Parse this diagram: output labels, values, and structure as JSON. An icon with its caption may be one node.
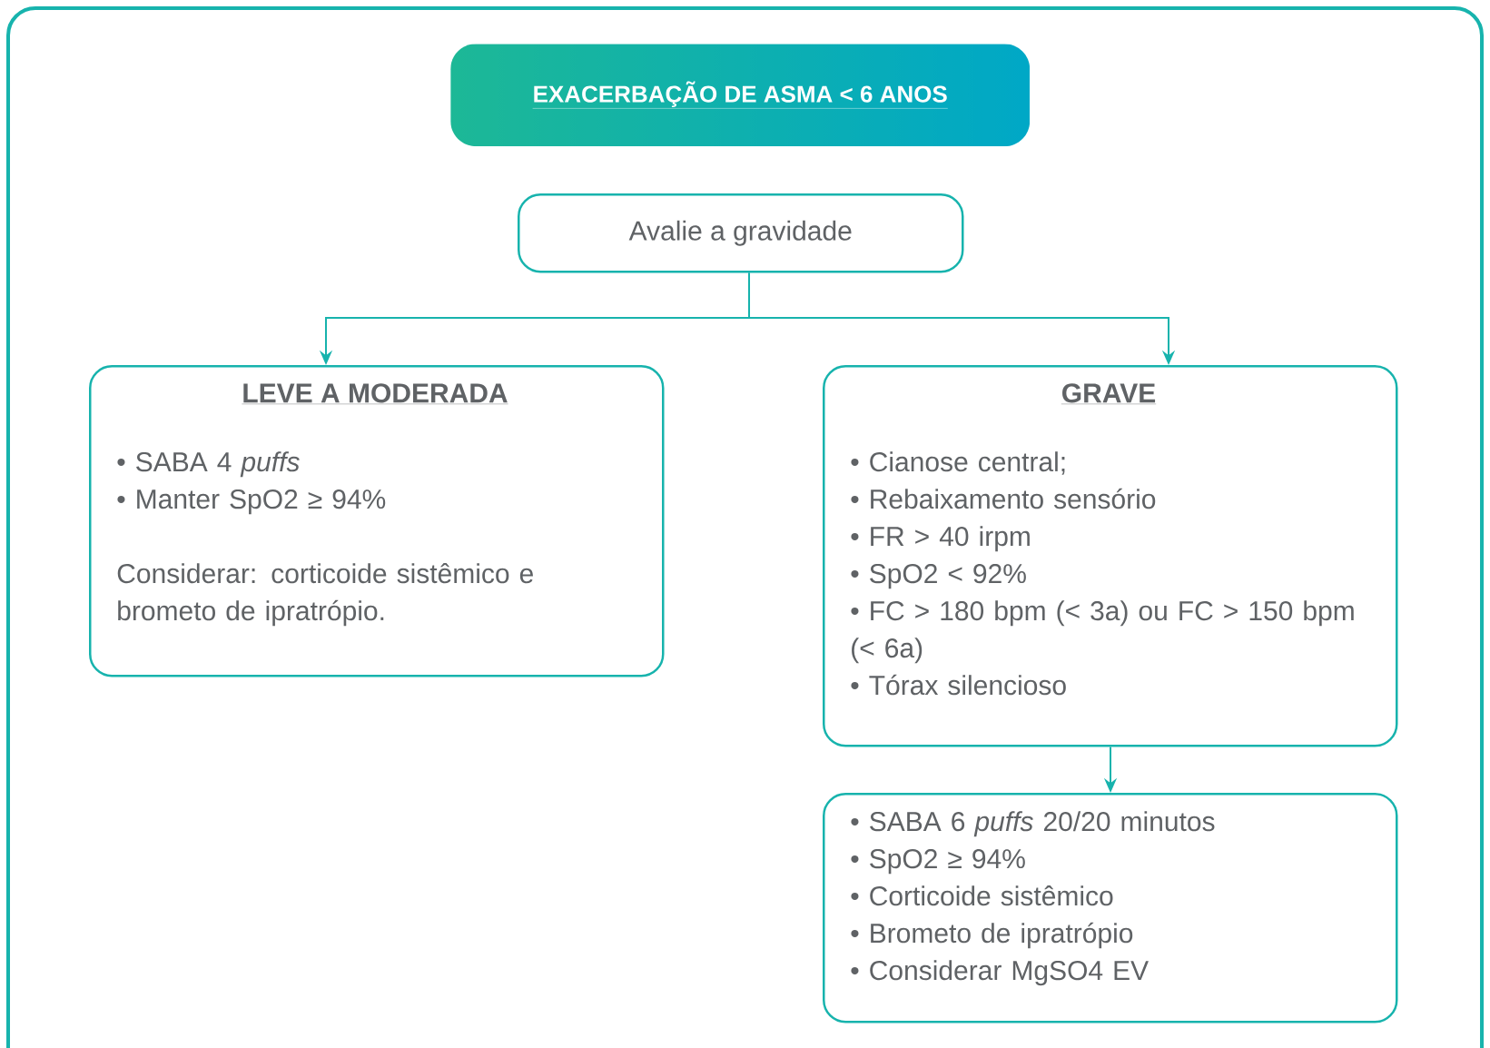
{
  "diagram": {
    "nodes": [
      {
        "text": [
          "EXACERBAÇÃO DE ASMA < 6 ANOS"
        ]
      },
      {
        "text": [
          "Avalie a gravidade"
        ]
      },
      {
        "text": [
          "LEVE A MODERADA",
          "• SABA 4 *puffs*",
          "• Manter SpO2 ≥ 94%",
          "Considerar: corticoide sistêmico e brometo de ipratrópio."
        ]
      },
      {
        "text": [
          "GRAVE",
          "• Cianose central;",
          "• Rebaixamento sensório",
          "• FR > 40 irpm",
          "• SpO2 < 92%",
          "• FC > 180 bpm (< 3a) ou FC > 150 bpm (< 6a)",
          "• Tórax silencioso"
        ]
      },
      {
        "text": [
          "• SABA 6 *puffs* 20/20 minutos",
          "• SpO2 ≥ 94%",
          "• Corticoide sistêmico",
          "• Brometo de ipratrópio",
          "• Considerar MgSO4 EV"
        ]
      }
    ],
    "edges": [
      {
        "from": 1,
        "to": 2,
        "arrow": "to"
      },
      {
        "from": 1,
        "to": 3,
        "arrow": "to"
      },
      {
        "from": 3,
        "to": 4,
        "arrow": "to"
      }
    ]
  }
}
